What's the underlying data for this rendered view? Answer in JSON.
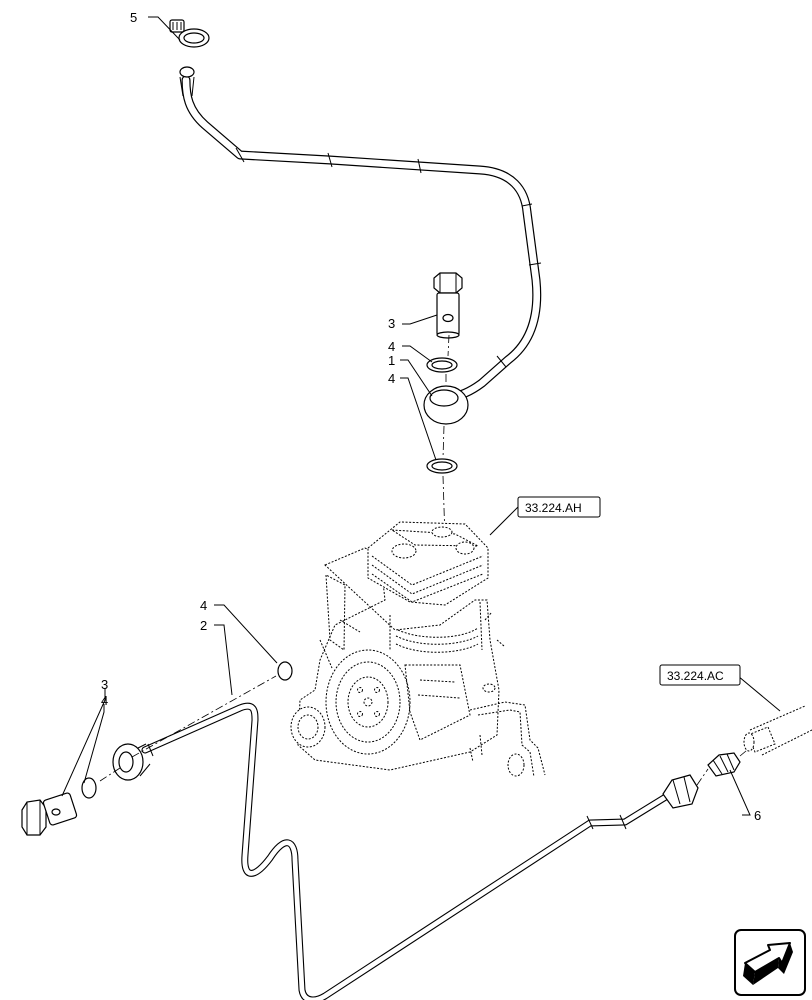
{
  "callouts": {
    "c5": "5",
    "c3_top": "3",
    "c4_top_a": "4",
    "c1": "1",
    "c4_top_b": "4",
    "c4_mid": "4",
    "c2": "2",
    "c3_left": "3",
    "c4_left": "4",
    "c6": "6"
  },
  "references": {
    "compressor": "33.224.AH",
    "outlet": "33.224.AC"
  },
  "icons": {
    "nav": "arrow-navigation-icon"
  }
}
